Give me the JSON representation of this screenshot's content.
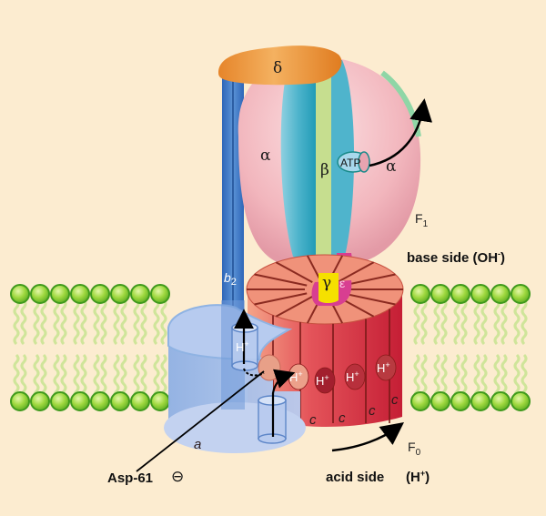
{
  "diagram": {
    "title": "F1F0 ATP synthase in membrane",
    "labels": {
      "delta": "δ",
      "alpha_left": "α",
      "alpha_right": "α",
      "beta": "β",
      "atp": "ATP",
      "f1": "F",
      "f1_sub": "1",
      "gamma": "γ",
      "epsilon": "ε",
      "b2": "b",
      "b2_sub": "2",
      "base_side": "base side (OH",
      "base_side_sup": "-",
      "base_side_close": ")",
      "acid_side": "acid side",
      "acid_side_ion": "(H",
      "acid_side_sup": "+",
      "acid_side_close": ")",
      "subunit_a": "a",
      "subunit_c": "c",
      "f0": "F",
      "f0_sub": "0",
      "asp61": "Asp-61",
      "asp61_charge": "⊖",
      "proton": "H",
      "proton_sup": "+"
    },
    "c_ring_labels": [
      "c",
      "c",
      "c",
      "c"
    ],
    "protons_in_ring": 4,
    "colors": {
      "background": "#fcecd0",
      "delta": "#e8892e",
      "b2": "#3b78c4",
      "alpha": "#f0b3bc",
      "beta": "#4fb4cc",
      "stalk": "#c6de8f",
      "gamma": "#f5e000",
      "epsilon": "#d83e91",
      "c_ring_top": "#f0927a",
      "c_ring_side": "#d8323e",
      "subunit_a": "#a9c0ea",
      "lipid_head": "#8fd33a",
      "lipid_tail": "#cfe59a"
    }
  }
}
